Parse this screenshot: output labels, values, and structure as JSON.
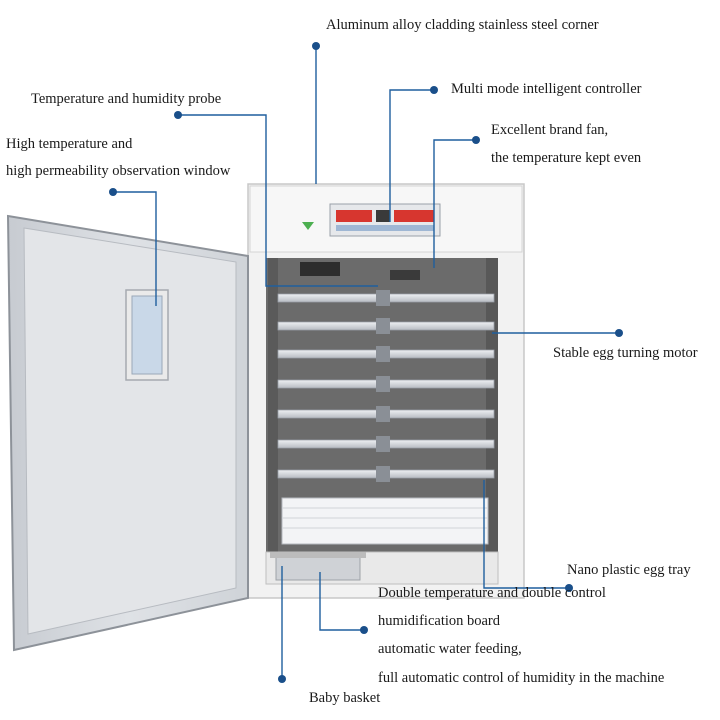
{
  "labels": {
    "aluminum": "Aluminum alloy cladding stainless steel corner",
    "controller": "Multi mode intelligent controller",
    "probe": "Temperature and humidity probe",
    "fan_line1": "Excellent brand fan,",
    "fan_line2": "the temperature kept even",
    "window_line1": "High temperature and",
    "window_line2": "high permeability observation window",
    "motor": "Stable egg turning motor",
    "tray": "Nano plastic egg tray",
    "double_control": "Double temperature and double control",
    "humidification": "humidification board",
    "water_feeding": "automatic water feeding,",
    "humidity_control": "full automatic control of humidity in the machine",
    "basket": "Baby basket"
  },
  "colors": {
    "callout": "#1f5f9e",
    "dot": "#1a4f8a",
    "cabinet": "#ececec",
    "door": "#d9dce0",
    "tray": "#c9ccd2",
    "display": "#d7362f"
  }
}
